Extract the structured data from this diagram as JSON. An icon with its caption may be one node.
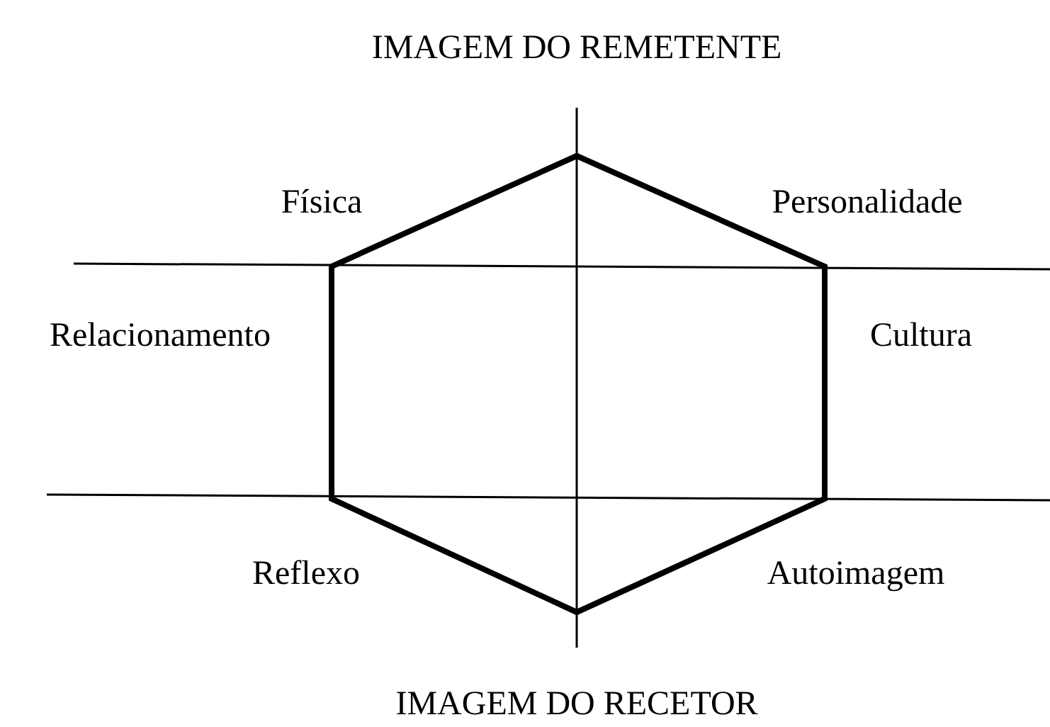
{
  "diagram": {
    "title": "IMAGEM DO REMETENTE",
    "labels": [
      "Física",
      "Personalidade",
      "Relacionamento",
      "Cultura",
      "Reflexo",
      "Autoimagem",
      "IMAGEM DO RECETOR"
    ]
  }
}
